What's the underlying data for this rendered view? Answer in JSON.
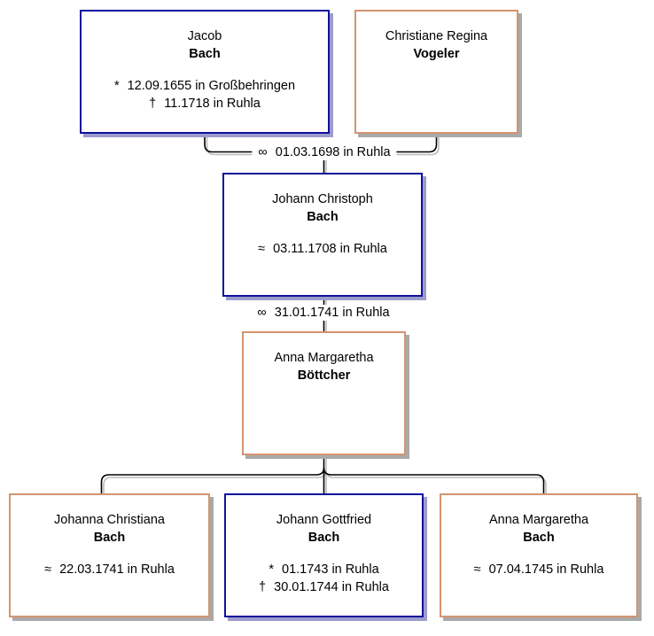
{
  "colors": {
    "male_border": "#10109c",
    "male_shadow": "#9c9ccc",
    "female_border": "#d4946f",
    "female_shadow": "#a9a9a9",
    "line": "#000000",
    "line_shadow": "#bcbcbc",
    "background": "#ffffff",
    "text": "#000000"
  },
  "people": {
    "jacob": {
      "given": "Jacob",
      "surname": "Bach",
      "events": [
        {
          "symbol": "*",
          "name": "birth",
          "text": "12.09.1655 in Großbehringen"
        },
        {
          "symbol": "†",
          "name": "death",
          "text": "11.1718 in Ruhla"
        }
      ]
    },
    "christiane": {
      "given": "Christiane Regina",
      "surname": "Vogeler",
      "events": []
    },
    "johann_christoph": {
      "given": "Johann Christoph",
      "surname": "Bach",
      "events": [
        {
          "symbol": "≈",
          "name": "baptism",
          "text": "03.11.1708 in Ruhla"
        }
      ]
    },
    "anna_boettcher": {
      "given": "Anna Margaretha",
      "surname": "Böttcher",
      "events": []
    },
    "johanna_christiana": {
      "given": "Johanna Christiana",
      "surname": "Bach",
      "events": [
        {
          "symbol": "≈",
          "name": "baptism",
          "text": "22.03.1741 in Ruhla"
        }
      ]
    },
    "johann_gottfried": {
      "given": "Johann Gottfried",
      "surname": "Bach",
      "events": [
        {
          "symbol": "*",
          "name": "birth",
          "text": "01.1743 in Ruhla"
        },
        {
          "symbol": "†",
          "name": "death",
          "text": "30.01.1744 in Ruhla"
        }
      ]
    },
    "anna_margaretha": {
      "given": "Anna Margaretha",
      "surname": "Bach",
      "events": [
        {
          "symbol": "≈",
          "name": "baptism",
          "text": "07.04.1745 in Ruhla"
        }
      ]
    }
  },
  "marriages": [
    {
      "symbol": "∞",
      "text": "01.03.1698 in Ruhla"
    },
    {
      "symbol": "∞",
      "text": "31.01.1741 in Ruhla"
    }
  ]
}
